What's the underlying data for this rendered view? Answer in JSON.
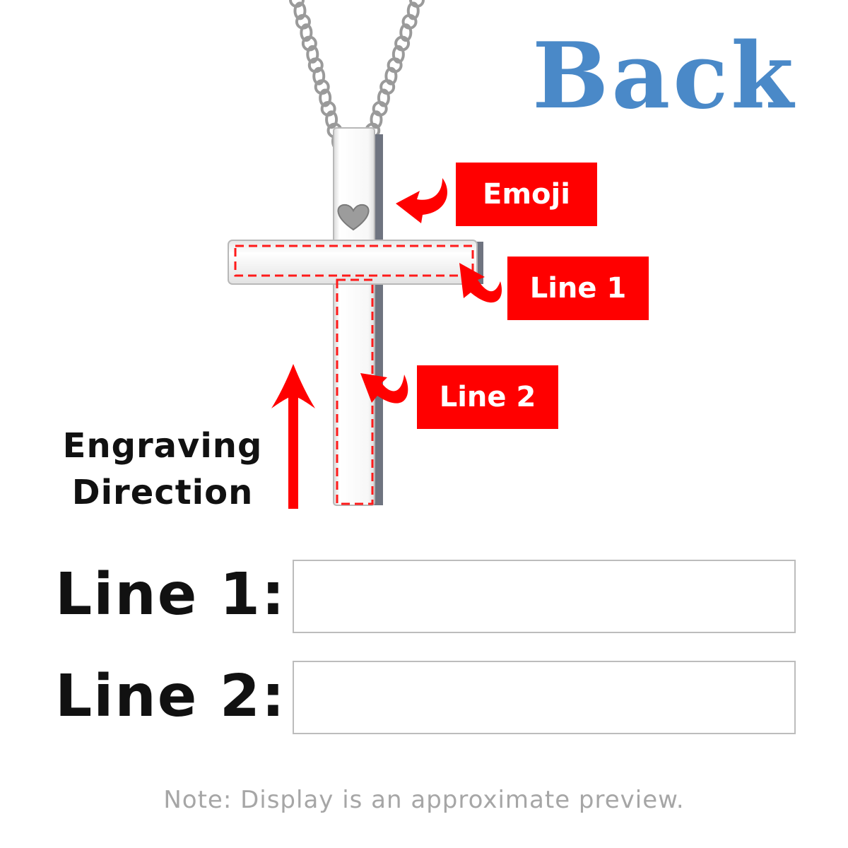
{
  "header": {
    "title": "Back",
    "title_color": "#4a89c8"
  },
  "product": {
    "name": "cross-pendant-necklace",
    "icon": "heart-icon"
  },
  "callouts": {
    "emoji": "Emoji",
    "line1": "Line 1",
    "line2": "Line 2",
    "color": "#ff0000"
  },
  "engraving": {
    "direction_line1": "Engraving",
    "direction_line2": "Direction"
  },
  "form": {
    "line1_label": "Line 1:",
    "line1_value": "",
    "line2_label": "Line 2:",
    "line2_value": ""
  },
  "footer": {
    "note": "Note: Display is an approximate preview."
  }
}
